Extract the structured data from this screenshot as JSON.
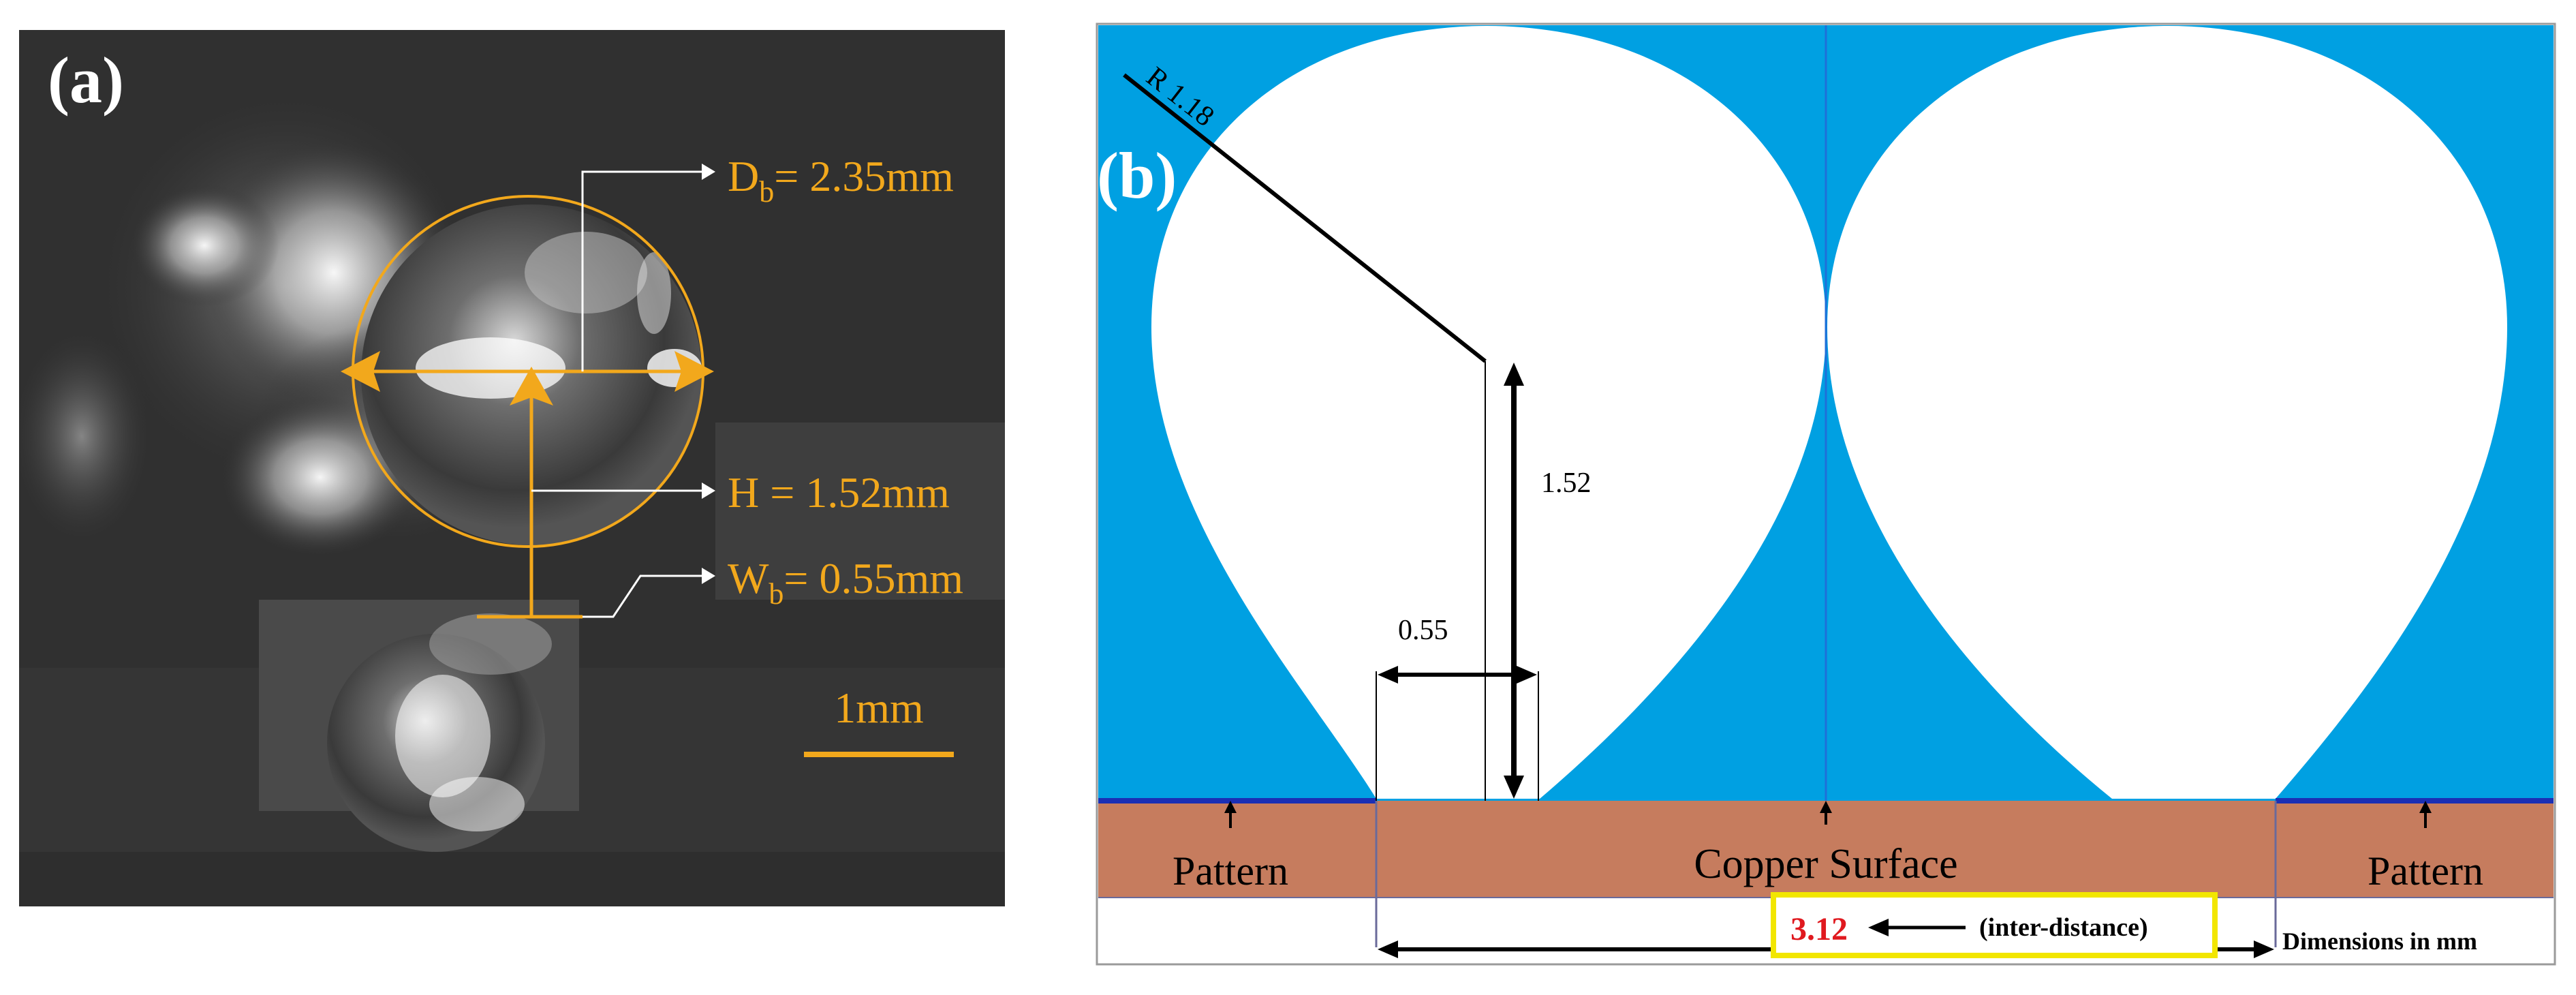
{
  "panel_a": {
    "label": "(a)",
    "db_symbol": "D",
    "db_sub": "b",
    "db_value": "= 2.35mm",
    "h_text": "H = 1.52mm",
    "wb_symbol": "W",
    "wb_sub": "b",
    "wb_value": "= 0.55mm",
    "scale_bar": "1mm"
  },
  "panel_b": {
    "label": "(b)",
    "radius_label": "R 1.18",
    "height_label": "1.52",
    "width_label": "0.55",
    "left_pattern": "Pattern",
    "surface": "Copper Surface",
    "right_pattern": "Pattern",
    "inter_value": "3.12",
    "inter_label": "(inter-distance)",
    "dimensions_note": "Dimensions in mm"
  },
  "colors": {
    "annotation_orange": "#f2a81c",
    "fluid_blue": "#00a0e2",
    "copper": "#c67c5e",
    "highlight_yellow": "#f2e600",
    "value_red": "#e0191f"
  }
}
